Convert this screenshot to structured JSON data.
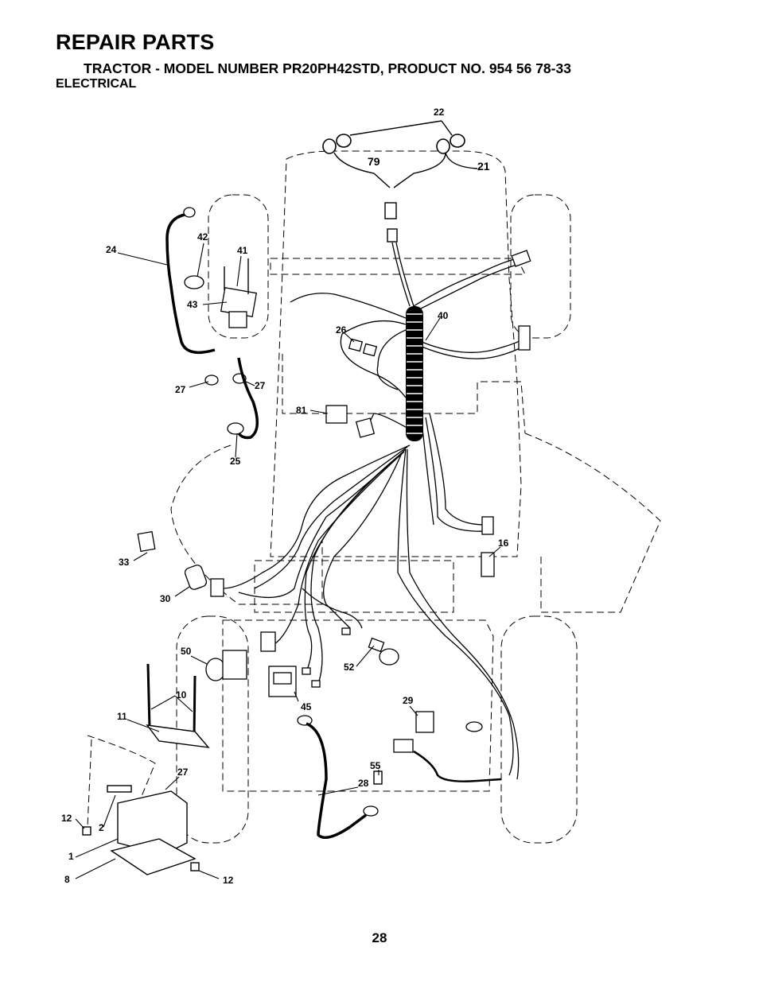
{
  "header": {
    "title": "REPAIR PARTS",
    "subtitle": "TRACTOR - MODEL NUMBER PR20PH42STD, PRODUCT NO. 954 56 78-33",
    "section": "ELECTRICAL"
  },
  "callouts": [
    "22",
    "79",
    "21",
    "24",
    "42",
    "41",
    "43",
    "40",
    "26",
    "27",
    "27",
    "81",
    "25",
    "16",
    "33",
    "30",
    "50",
    "52",
    "10",
    "45",
    "11",
    "29",
    "27",
    "55",
    "28",
    "12",
    "2",
    "1",
    "8",
    "12"
  ],
  "page_number": "28"
}
